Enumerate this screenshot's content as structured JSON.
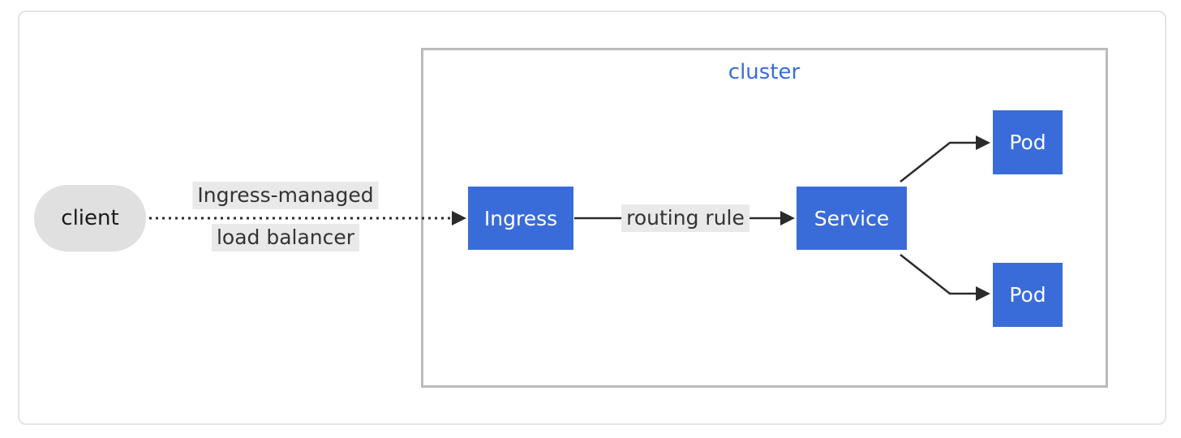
{
  "diagram": {
    "cluster": {
      "label": "cluster"
    },
    "nodes": {
      "client": {
        "label": "client",
        "shape": "stadium"
      },
      "ingress": {
        "label": "Ingress",
        "shape": "rect"
      },
      "service": {
        "label": "Service",
        "shape": "rect"
      },
      "pod1": {
        "label": "Pod",
        "shape": "rect"
      },
      "pod2": {
        "label": "Pod",
        "shape": "rect"
      }
    },
    "edges": {
      "client_to_ingress": {
        "style": "dotted",
        "label_lines": [
          "Ingress-managed",
          "load balancer"
        ]
      },
      "ingress_to_service": {
        "style": "solid",
        "label": "routing rule"
      },
      "service_to_pod1": {
        "style": "solid",
        "label": ""
      },
      "service_to_pod2": {
        "style": "solid",
        "label": ""
      }
    }
  },
  "colors": {
    "node-blue": "#3a6cd9",
    "node-text": "#ffffff",
    "client-fill": "#e0e0e0",
    "client-text": "#1a1a1a",
    "cluster-border": "#bbbbbb",
    "cluster-label": "#3a6cd9",
    "outer-border": "#e2e5e9",
    "edge-label-bg": "#e9e9e9",
    "edge-label-text": "#333333",
    "arrow": "#2b2b2b",
    "bg": "#ffffff"
  }
}
